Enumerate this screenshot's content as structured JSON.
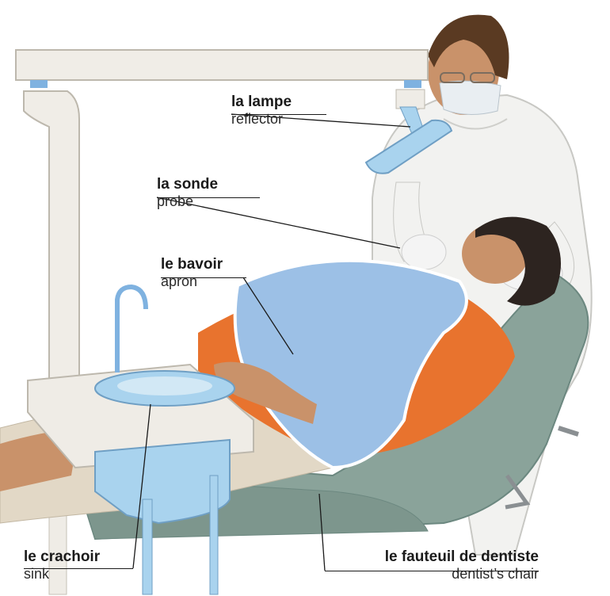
{
  "labels": {
    "lampe": {
      "fr": "la lampe",
      "en": "reflector"
    },
    "sonde": {
      "fr": "la sonde",
      "en": "probe"
    },
    "bavoir": {
      "fr": "le bavoir",
      "en": "apron"
    },
    "crachoir": {
      "fr": "le crachoir",
      "en": "sink"
    },
    "fauteuil": {
      "fr": "le fauteuil de dentiste",
      "en": "dentist’s chair"
    }
  },
  "colors": {
    "chair": "#8aa39a",
    "chair_dark": "#6c8880",
    "apron": "#9cc0e6",
    "uniform": "#f2f2f0",
    "skin": "#c9926a",
    "hair_dentist": "#5a3a22",
    "hair_patient": "#2d2420",
    "sink": "#a9d3ee",
    "shirt": "#e8732e",
    "trousers": "#e2d8c6",
    "arm": "#f1eee7",
    "glove": "#f4f4f4"
  }
}
